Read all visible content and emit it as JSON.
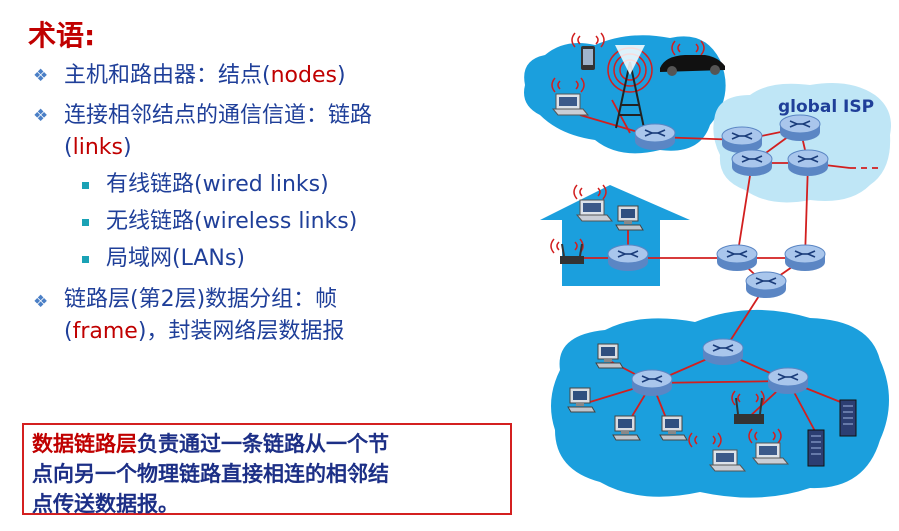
{
  "title": "术语:",
  "bullets": [
    {
      "level": 1,
      "pre": "主机和路由器：结点(",
      "red": "nodes",
      "post": ")"
    },
    {
      "level": 1,
      "pre": "连接相邻结点的通信信道：链路",
      "line2_pre": "(",
      "line2_red": "links",
      "line2_post": ")"
    },
    {
      "level": 2,
      "text": "有线链路(wired links)"
    },
    {
      "level": 2,
      "text": "无线链路(wireless links)"
    },
    {
      "level": 2,
      "text": "局域网(LANs)"
    },
    {
      "level": 1,
      "pre": "链路层(第2层)数据分组：帧",
      "line2_pre": "(",
      "line2_red": "frame",
      "line2_post": ")，封装网络层数据报"
    }
  ],
  "note": {
    "red": "数据链路层",
    "text1": "负责通过一条链路从一个节",
    "text2": "点向另一个物理链路直接相连的相邻结",
    "text3": "点传送数据报。"
  },
  "diagram": {
    "isp_label": "global ISP",
    "colors": {
      "cloud": "#1b9fdd",
      "cloud_light": "#bfe6f6",
      "link": "#d21f1f",
      "router": "#7fa9dc",
      "title": "#c00000",
      "text": "#1f3f99"
    }
  }
}
